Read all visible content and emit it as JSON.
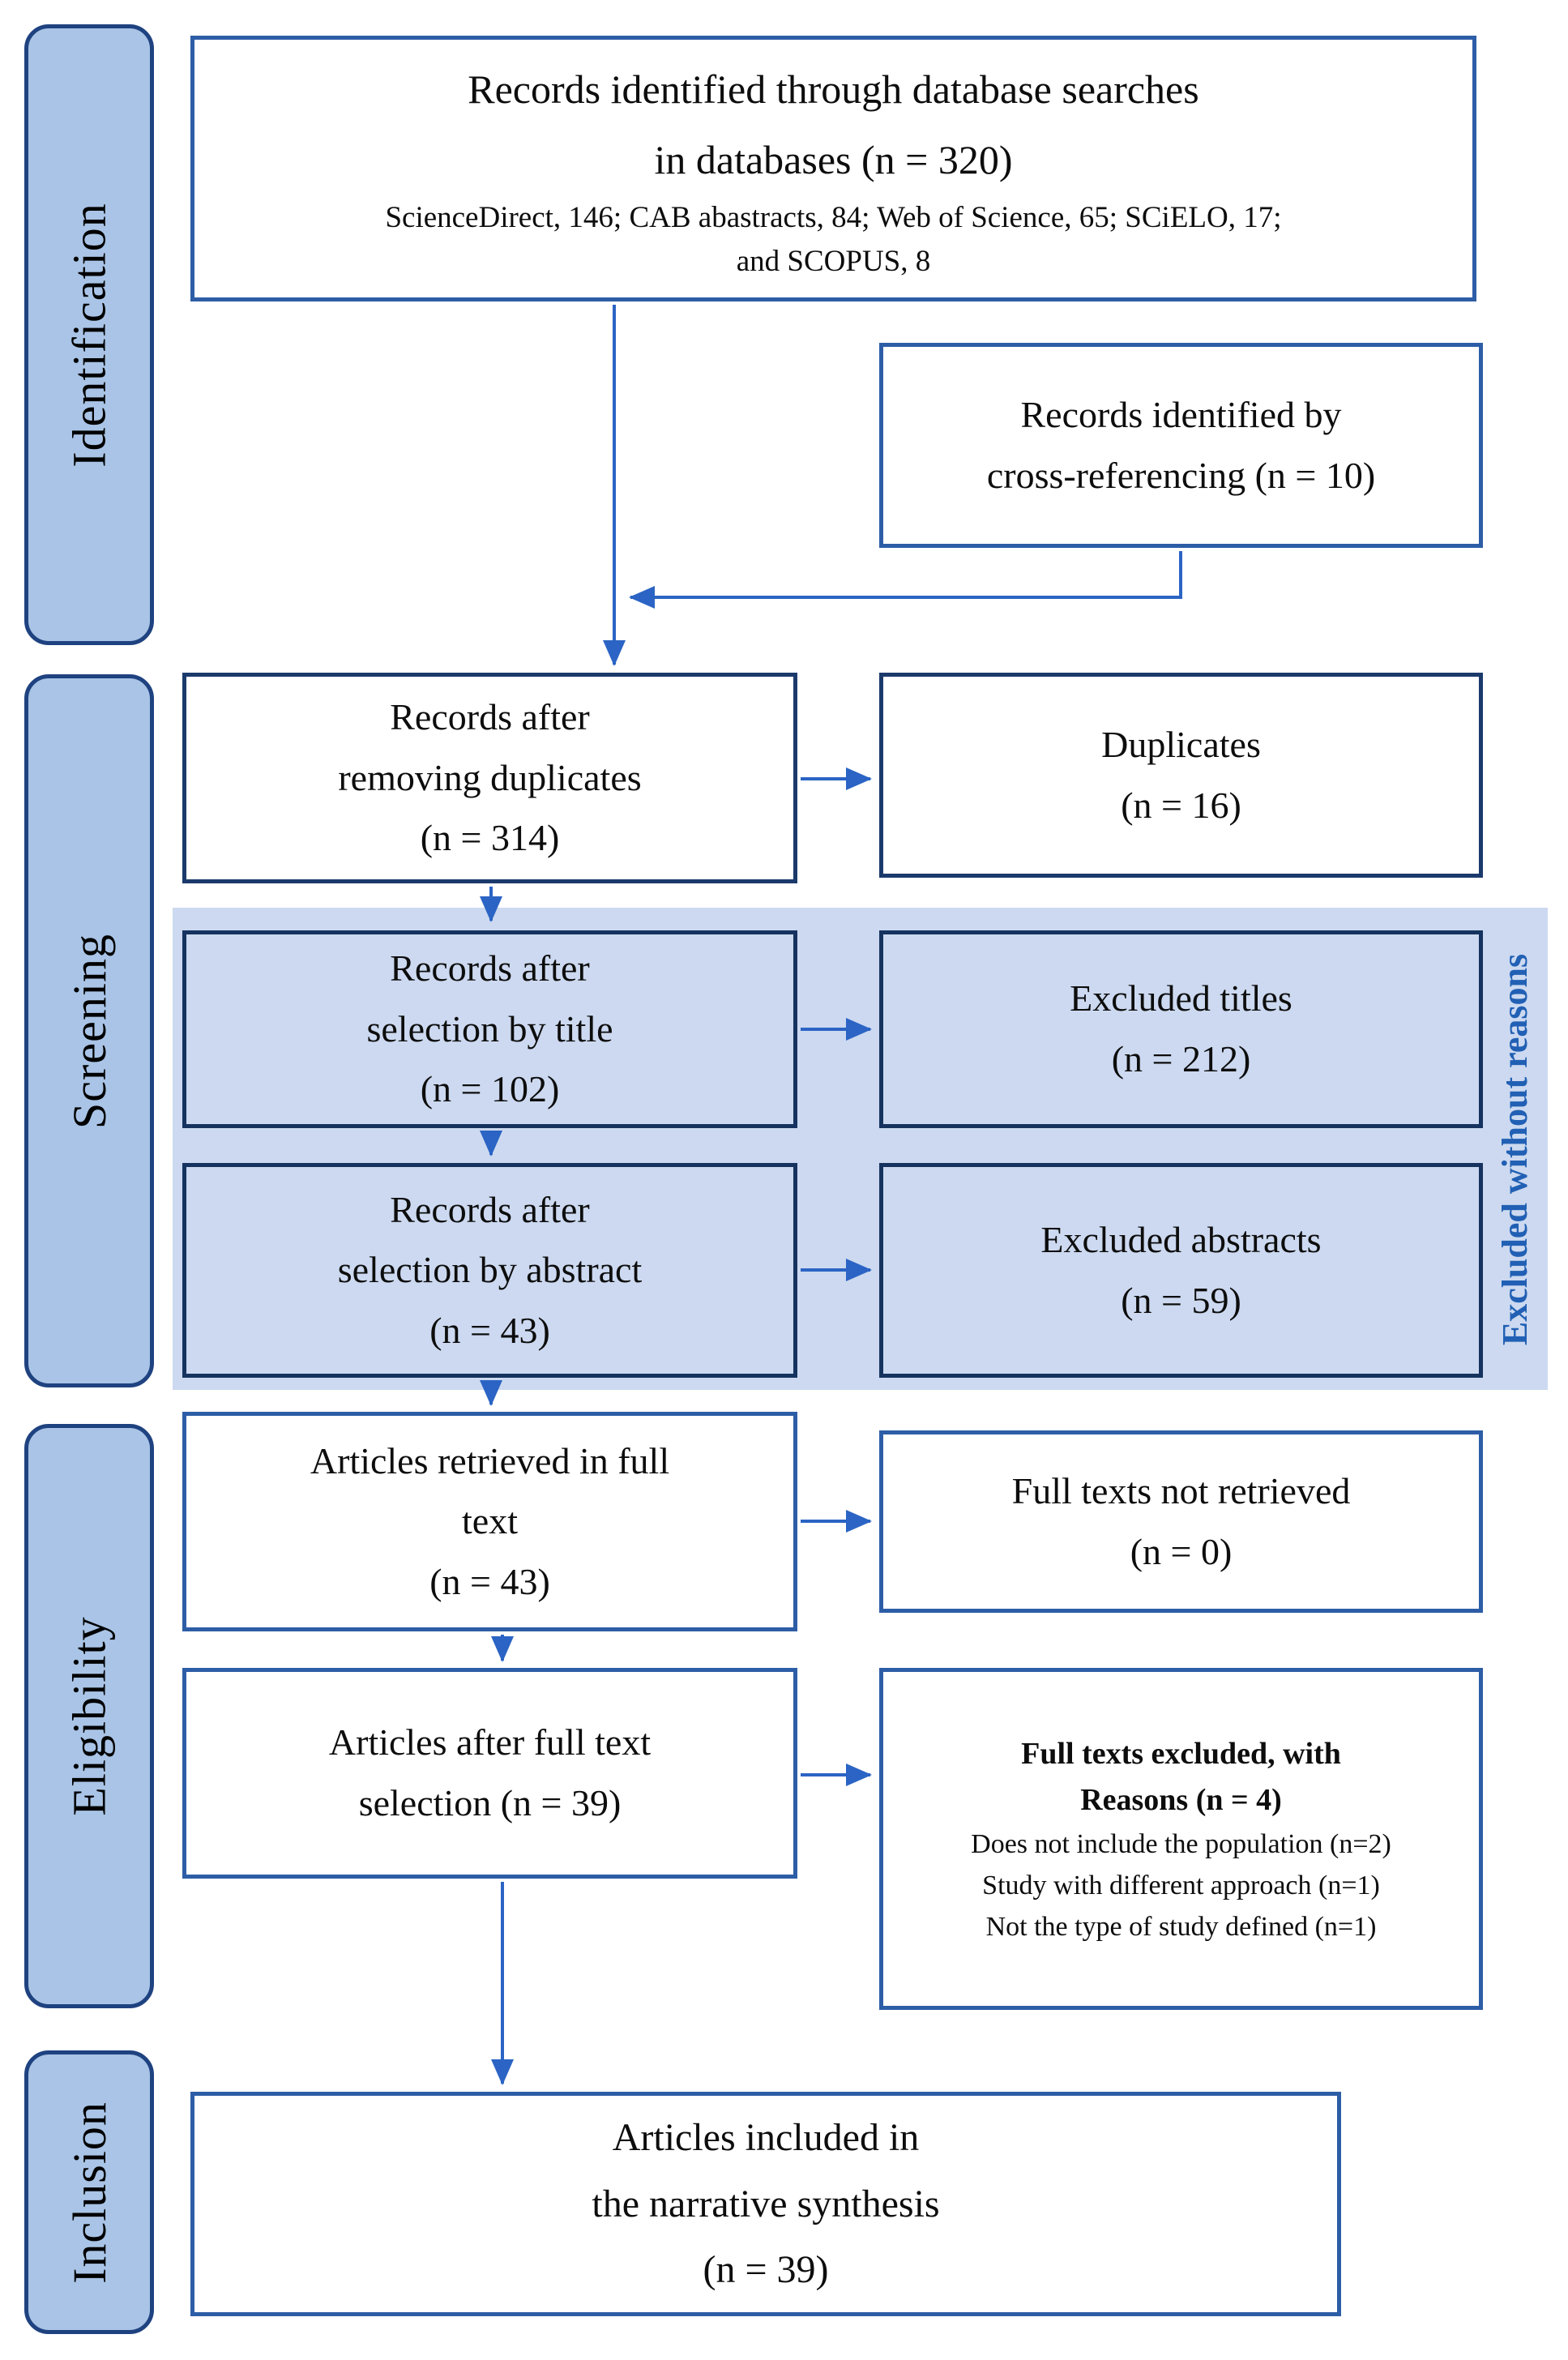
{
  "stages": [
    {
      "label": "Identification"
    },
    {
      "label": "Screening"
    },
    {
      "label": "Eligibility"
    },
    {
      "label": "Inclusion"
    }
  ],
  "boxes": {
    "identified": {
      "main": "Records identified through database searches\nin databases (n = 320)",
      "sub": "ScienceDirect, 146; CAB abastracts, 84; Web of Science, 65; SCiELO, 17;\nand SCOPUS, 8"
    },
    "cross_referencing": {
      "text": "Records identified by\ncross-referencing (n = 10)"
    },
    "after_duplicates": {
      "text": "Records after\nremoving duplicates\n(n = 314)"
    },
    "duplicates": {
      "text": "Duplicates\n(n = 16)"
    },
    "selection_by_title": {
      "text": "Records after\nselection by title\n(n = 102)"
    },
    "excluded_titles": {
      "text": "Excluded titles\n(n = 212)"
    },
    "selection_by_abstract": {
      "text": "Records after\nselection by abstract\n(n = 43)"
    },
    "excluded_abstracts": {
      "text": "Excluded abstracts\n(n = 59)"
    },
    "full_text_retrieved": {
      "text": "Articles retrieved in full\ntext\n(n = 43)"
    },
    "not_retrieved": {
      "text": "Full texts not retrieved\n(n = 0)"
    },
    "after_full_text_selection": {
      "text": "Articles after full text\nselection (n = 39)"
    },
    "full_texts_excluded": {
      "heading": "Full texts excluded, with\nReasons (n = 4)",
      "reasons": "Does not include the population (n=2)\nStudy with different approach (n=1)\nNot the type of study defined (n=1)"
    },
    "included": {
      "text": "Articles included in\nthe narrative synthesis\n(n = 39)"
    }
  },
  "side_note": "Excluded without reasons",
  "colors": {
    "pill_fill": "#a9c4e6",
    "pill_border": "#1f4280",
    "box_border_dark": "#1b3a6b",
    "box_border_medium": "#2d5da6",
    "band_fill": "#ccd9f0",
    "arrow": "#2b64c4",
    "side_note_text": "#2160b4"
  }
}
